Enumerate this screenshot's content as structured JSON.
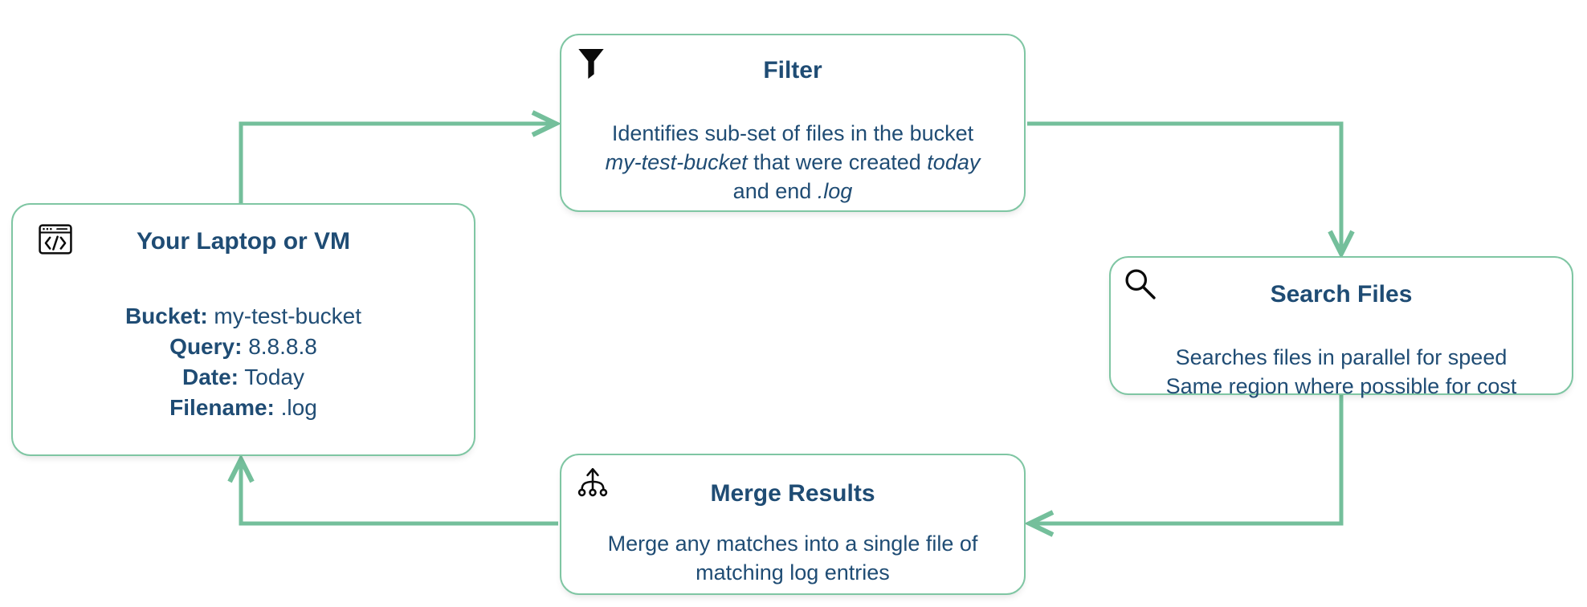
{
  "palette": {
    "arrow_green": "#74bf9b",
    "box_border": "#7fc6a3",
    "navy": "#1f4c74",
    "icon_black": "#0b0b0b",
    "background": "#ffffff"
  },
  "nodes": {
    "laptop": {
      "title": "Your Laptop or VM",
      "icon": "code-window-icon",
      "lines": [
        [
          {
            "t": "Bucket:",
            "b": true
          },
          {
            "t": " my-test-bucket"
          }
        ],
        [
          {
            "t": "Query:",
            "b": true
          },
          {
            "t": " 8.8.8.8"
          }
        ],
        [
          {
            "t": "Date:",
            "b": true
          },
          {
            "t": " Today"
          }
        ],
        [
          {
            "t": "Filename:",
            "b": true
          },
          {
            "t": " .log"
          }
        ]
      ]
    },
    "filter": {
      "title": "Filter",
      "icon": "funnel-icon",
      "lines": [
        [
          {
            "t": "Identifies sub-set of files in the bucket"
          }
        ],
        [
          {
            "t": "my-test-bucket",
            "i": true
          },
          {
            "t": " that were created "
          },
          {
            "t": "today",
            "i": true
          }
        ],
        [
          {
            "t": "and end "
          },
          {
            "t": ".log",
            "i": true
          }
        ]
      ]
    },
    "search": {
      "title": "Search Files",
      "icon": "magnifier-icon",
      "lines": [
        [
          {
            "t": "Searches files in parallel for speed"
          }
        ],
        [
          {
            "t": "Same region where possible for cost"
          }
        ]
      ]
    },
    "merge": {
      "title": "Merge Results",
      "icon": "merge-icon",
      "lines": [
        [
          {
            "t": "Merge any matches into a single file of"
          }
        ],
        [
          {
            "t": "matching log entries"
          }
        ]
      ]
    }
  },
  "flow": {
    "arrows": [
      {
        "name": "laptop-to-filter"
      },
      {
        "name": "filter-to-search"
      },
      {
        "name": "search-to-merge"
      },
      {
        "name": "merge-to-laptop"
      }
    ]
  }
}
